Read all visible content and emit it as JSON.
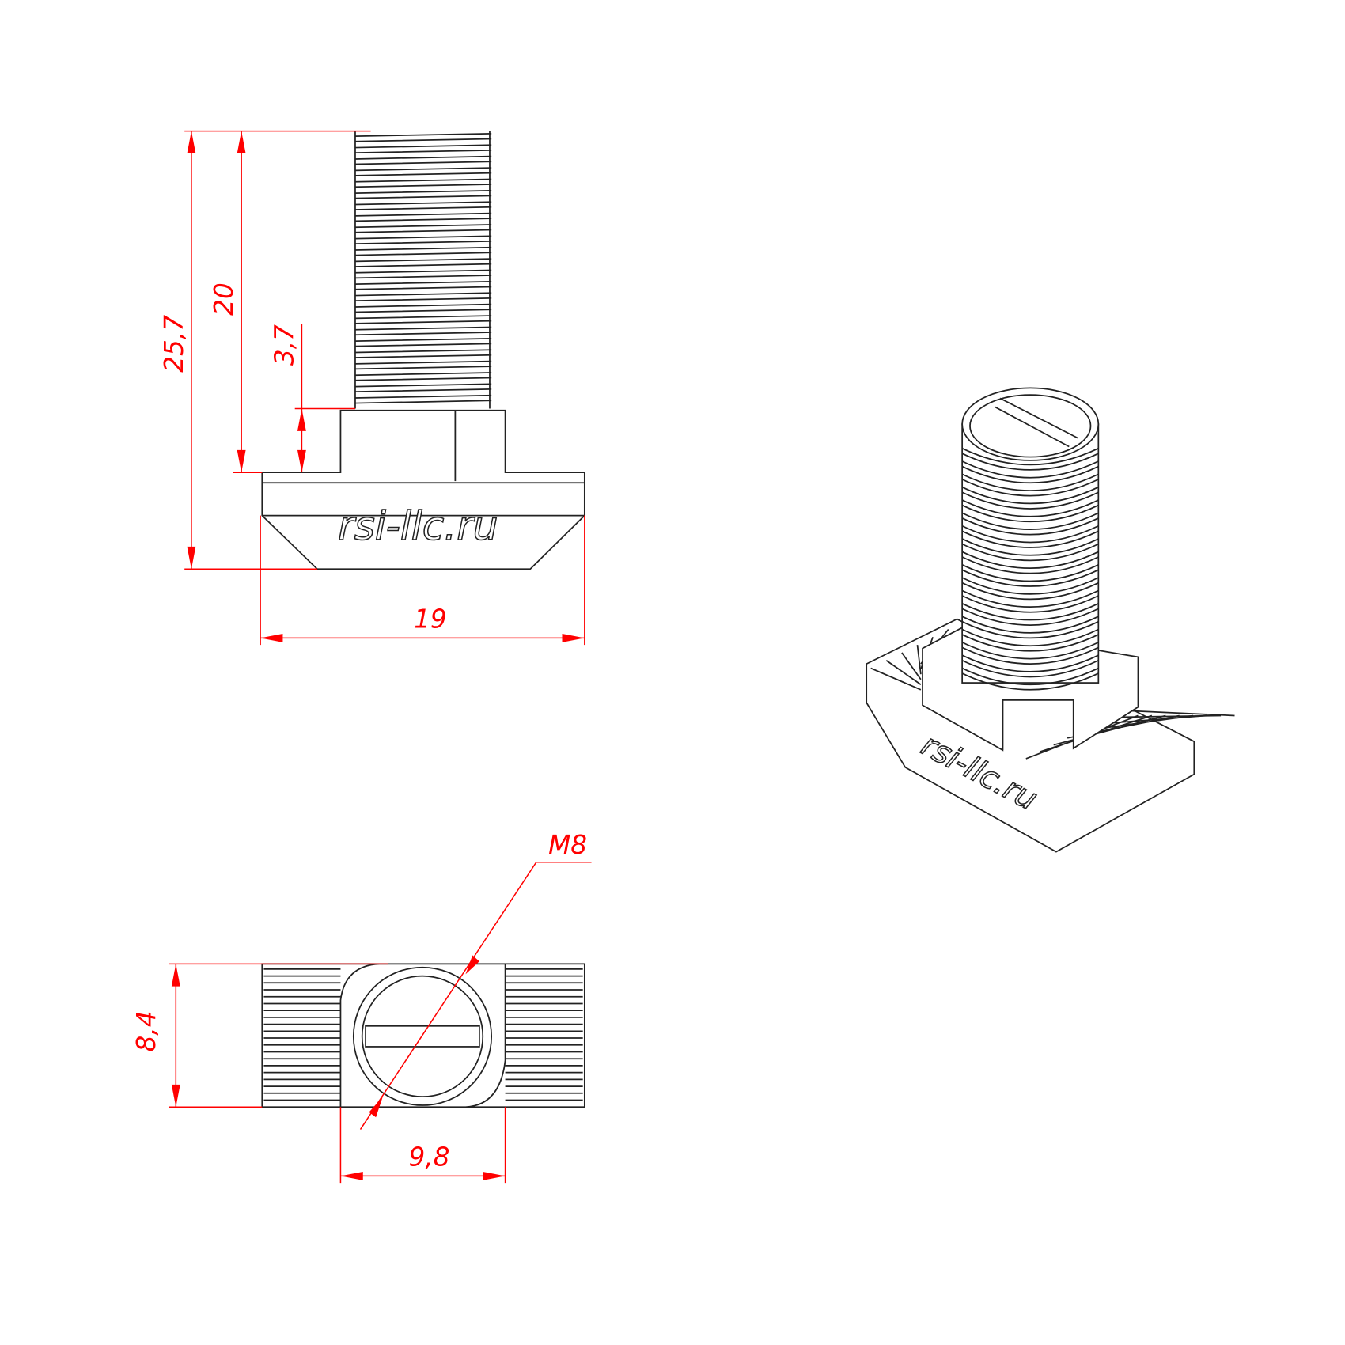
{
  "dimensions": {
    "total_height": "25,7",
    "thread_length": "20",
    "head_step": "3,7",
    "width": "19",
    "thickness": "8,4",
    "neck_width": "9,8",
    "thread": "M8"
  },
  "logo_text": "rsi-llc.ru",
  "colors": {
    "dimension": "#ff0000",
    "line": "#222222"
  }
}
